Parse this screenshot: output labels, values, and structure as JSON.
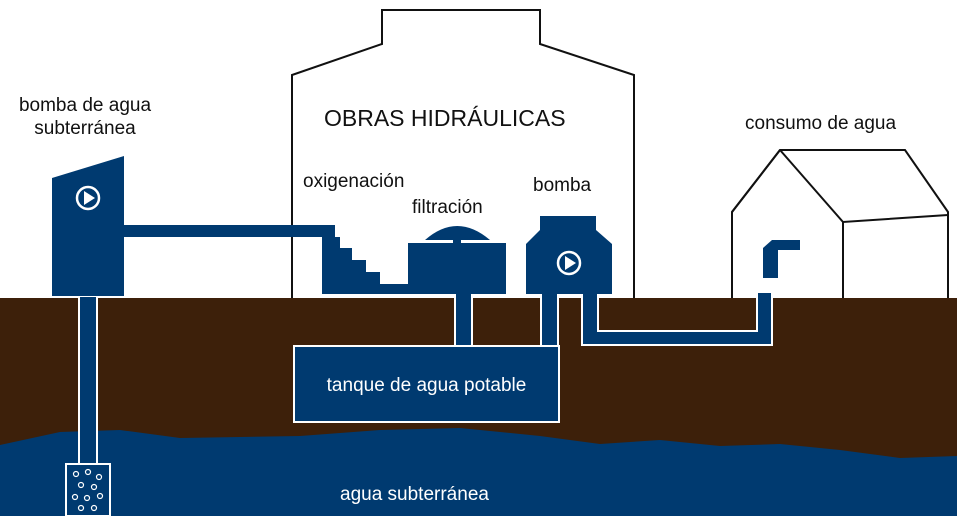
{
  "labels": {
    "groundwater_pump": [
      "bomba de agua",
      "subterránea"
    ],
    "waterworks": "OBRAS HIDRÁULICAS",
    "water_consumption": "consumo de agua",
    "oxygenation": "oxigenación",
    "filtration": "filtración",
    "pump": "bomba",
    "drinking_water_tank": "tanque de agua potable",
    "groundwater": "agua subterránea"
  },
  "colors": {
    "water_blue": "#003a70",
    "soil_brown": "#3d200a",
    "outline": "#111111",
    "white": "#ffffff"
  }
}
